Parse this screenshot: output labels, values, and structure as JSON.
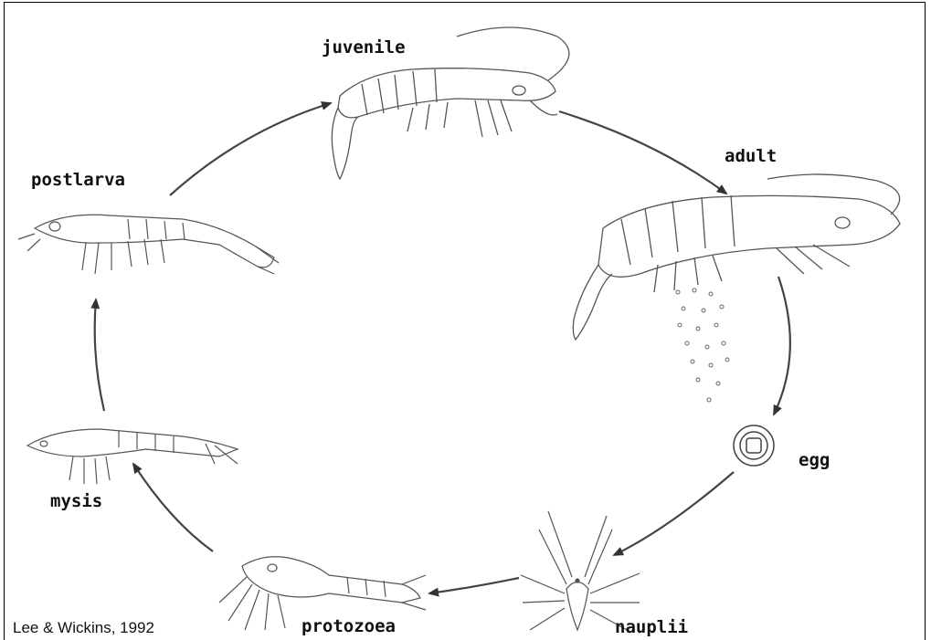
{
  "stages": {
    "juvenile": "juvenile",
    "adult": "adult",
    "egg": "egg",
    "nauplii": "nauplii",
    "protozoea": "protozoea",
    "mysis": "mysis",
    "postlarva": "postlarva"
  },
  "credit": "Lee & Wickins, 1992",
  "colors": {
    "line": "#444444",
    "arrow": "#333333",
    "background": "#ffffff"
  }
}
